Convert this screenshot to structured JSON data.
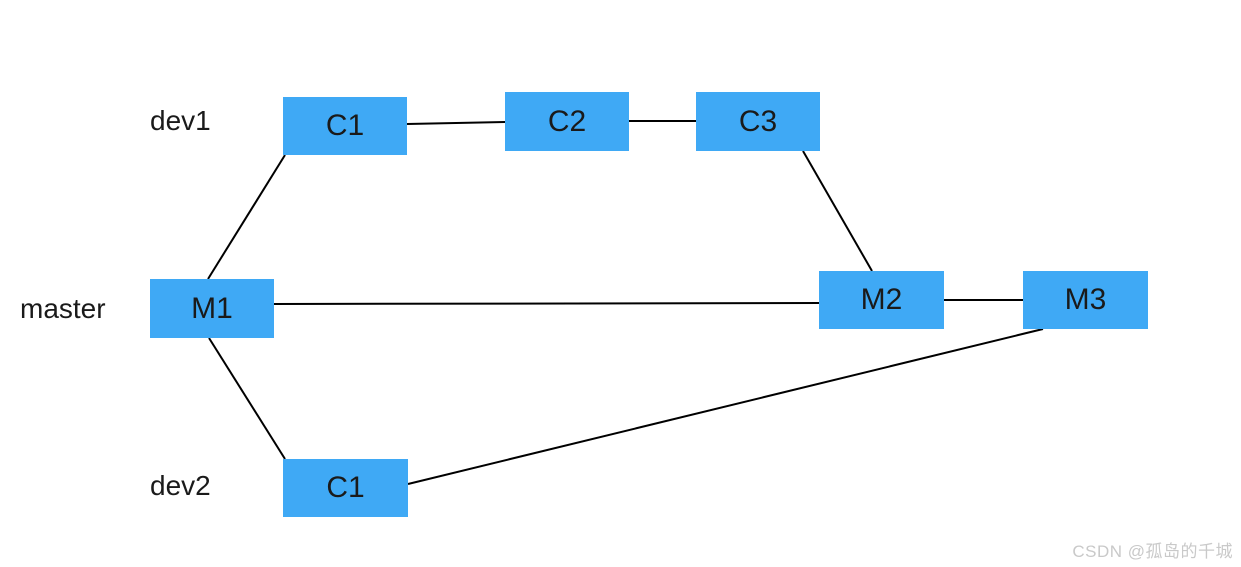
{
  "diagram": {
    "type": "git-branch-commit-graph",
    "colors": {
      "node_fill": "#3FA9F5",
      "edge_line": "#000000",
      "background": "#ffffff",
      "watermark_text": "#c9c9c9"
    },
    "branches": [
      {
        "label": "dev1"
      },
      {
        "label": "master"
      },
      {
        "label": "dev2"
      }
    ],
    "nodes": [
      {
        "branch": "dev1",
        "label": "C1"
      },
      {
        "branch": "dev1",
        "label": "C2"
      },
      {
        "branch": "dev1",
        "label": "C3"
      },
      {
        "branch": "master",
        "label": "M1"
      },
      {
        "branch": "master",
        "label": "M2"
      },
      {
        "branch": "master",
        "label": "M3"
      },
      {
        "branch": "dev2",
        "label": "C1"
      }
    ],
    "edges": [
      {
        "from": "M1",
        "to": "dev1-C1"
      },
      {
        "from": "dev1-C1",
        "to": "dev1-C2"
      },
      {
        "from": "dev1-C2",
        "to": "dev1-C3"
      },
      {
        "from": "dev1-C3",
        "to": "M2"
      },
      {
        "from": "M1",
        "to": "M2"
      },
      {
        "from": "M2",
        "to": "M3"
      },
      {
        "from": "M1",
        "to": "dev2-C1"
      },
      {
        "from": "dev2-C1",
        "to": "M3"
      }
    ],
    "watermark": "CSDN @孤岛的千城"
  }
}
